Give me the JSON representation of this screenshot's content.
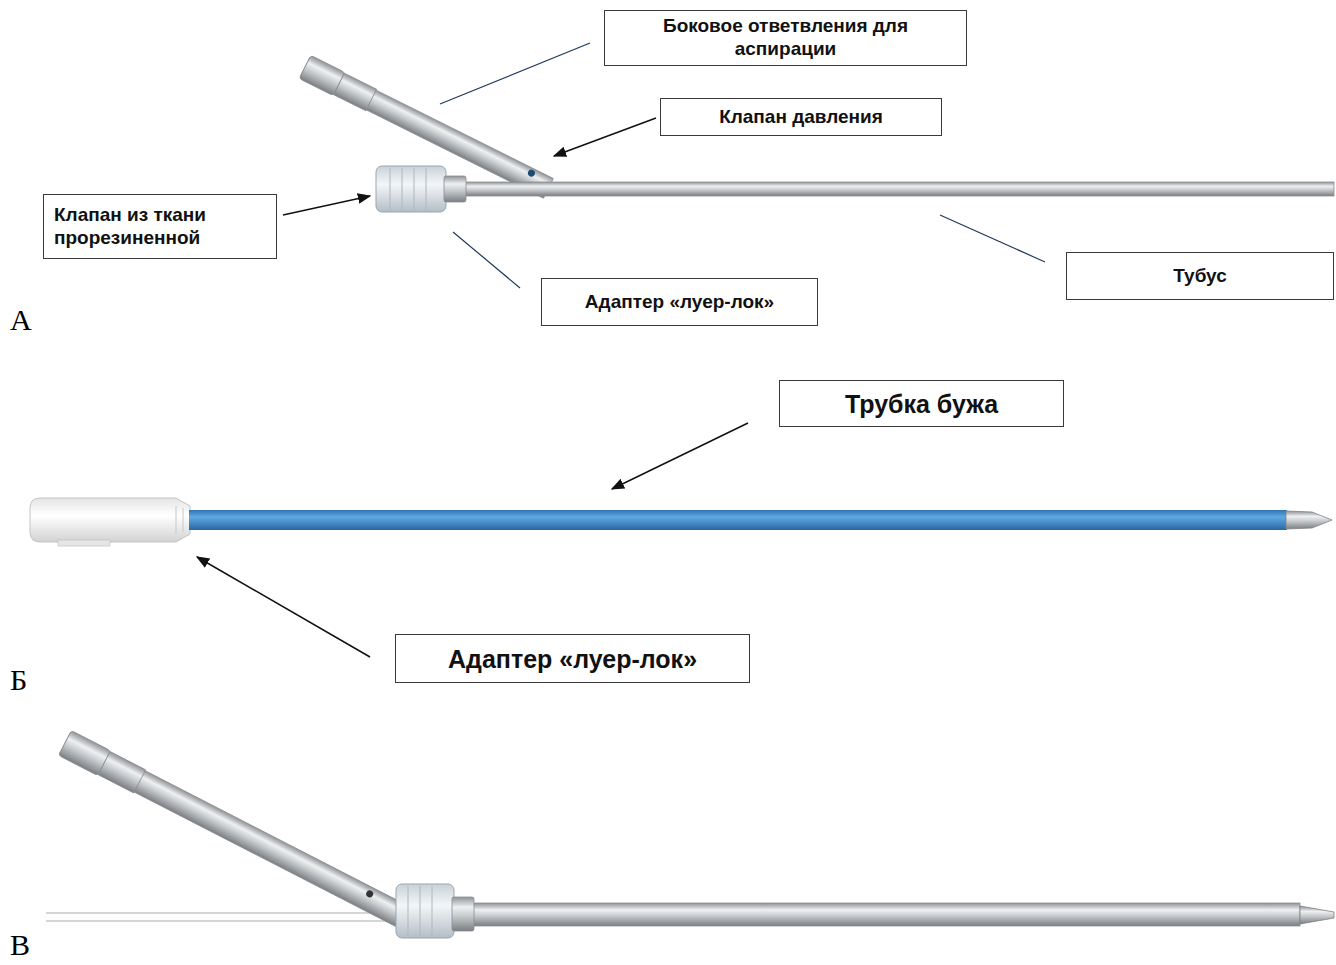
{
  "diagram": {
    "nodes": [
      {
        "text": [
          "Боковое ответвления для аспирации"
        ]
      },
      {
        "text": [
          "Клапан давления"
        ]
      },
      {
        "text": [
          "Клапан из ткани прорезиненной"
        ]
      },
      {
        "text": [
          "Адаптер «луер-лок»"
        ]
      },
      {
        "text": [
          "Тубус"
        ]
      },
      {
        "text": [
          "Трубка бужа"
        ]
      },
      {
        "text": [
          "Адаптер «луер-лок»"
        ]
      }
    ],
    "labels": [
      "А",
      "Б",
      "В"
    ]
  }
}
